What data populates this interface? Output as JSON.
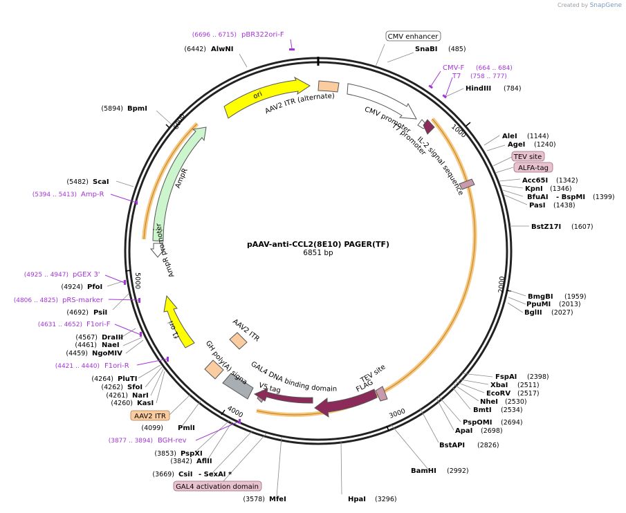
{
  "watermark": {
    "prefix": "Created by",
    "brand": "SnapGene"
  },
  "map": {
    "name": "pAAV-anti-CCL2(8E10) PAGER(TF)",
    "length_label": "6851 bp",
    "ticks": [
      "1000",
      "2000",
      "3000",
      "4000",
      "5000",
      "6000"
    ]
  },
  "enzymes": [
    {
      "name": "AlwNI",
      "pos": "(6442)"
    },
    {
      "name": "SnaBI",
      "pos": "(485)"
    },
    {
      "name": "HindIII",
      "pos": "(784)"
    },
    {
      "name": "BpmI",
      "pos": "(5894)"
    },
    {
      "name": "AleI",
      "pos": "(1144)"
    },
    {
      "name": "AgeI",
      "pos": "(1240)"
    },
    {
      "name": "Acc65I",
      "pos": "(1342)"
    },
    {
      "name": "KpnI",
      "pos": "(1346)"
    },
    {
      "name": "BfuAI",
      "pos": ""
    },
    {
      "name": "- BspMI",
      "pos": "(1399)"
    },
    {
      "name": "PasI",
      "pos": "(1438)"
    },
    {
      "name": "BstZ17I",
      "pos": "(1607)"
    },
    {
      "name": "ScaI",
      "pos": "(5482)"
    },
    {
      "name": "BmgBI",
      "pos": "(1959)"
    },
    {
      "name": "PpuMI",
      "pos": "(2013)"
    },
    {
      "name": "BglII",
      "pos": "(2027)"
    },
    {
      "name": "PfoI",
      "pos": "(4924)"
    },
    {
      "name": "PsiI",
      "pos": "(4692)"
    },
    {
      "name": "DraIII",
      "pos": "(4567)"
    },
    {
      "name": "NaeI",
      "pos": "(4461)"
    },
    {
      "name": "NgoMIV",
      "pos": "(4459)"
    },
    {
      "name": "FspAI",
      "pos": "(2398)"
    },
    {
      "name": "XbaI",
      "pos": "(2511)"
    },
    {
      "name": "EcoRV",
      "pos": "(2517)"
    },
    {
      "name": "NheI",
      "pos": "(2530)"
    },
    {
      "name": "BmtI",
      "pos": "(2534)"
    },
    {
      "name": "PspOMI",
      "pos": "(2694)"
    },
    {
      "name": "ApaI",
      "pos": "(2698)"
    },
    {
      "name": "BstAPI",
      "pos": "(2826)"
    },
    {
      "name": "PluTI",
      "pos": "(4264)"
    },
    {
      "name": "SfoI",
      "pos": "(4262)"
    },
    {
      "name": "NarI",
      "pos": "(4261)"
    },
    {
      "name": "KasI",
      "pos": "(4260)"
    },
    {
      "name": "PmlI",
      "pos": "(4099)"
    },
    {
      "name": "PspXI",
      "pos": "(3853)"
    },
    {
      "name": "AflII",
      "pos": "(3842)"
    },
    {
      "name": "CsiI",
      "pos": "(3669)"
    },
    {
      "name": "- SexAI *",
      "pos": ""
    },
    {
      "name": "BamHI",
      "pos": "(2992)"
    },
    {
      "name": "MfeI",
      "pos": "(3578)"
    },
    {
      "name": "HpaI",
      "pos": "(3296)"
    }
  ],
  "primers": [
    {
      "name": "pBR322ori-F",
      "range": "(6696 .. 6715)"
    },
    {
      "name": "CMV-F",
      "range": "(664 .. 684)"
    },
    {
      "name": "T7",
      "range": "(758 .. 777)"
    },
    {
      "name": "Amp-R",
      "range": "(5394 .. 5413)"
    },
    {
      "name": "pGEX 3'",
      "range": "(4925 .. 4947)"
    },
    {
      "name": "pRS-marker",
      "range": "(4806 .. 4825)"
    },
    {
      "name": "F1ori-F",
      "range": "(4631 .. 4652)"
    },
    {
      "name": "F1ori-R",
      "range": "(4421 .. 4440)"
    },
    {
      "name": "BGH-rev",
      "range": "(3877 .. 3894)"
    }
  ],
  "feature_boxes": [
    {
      "name": "CMV enhancer",
      "fill": "#ffffff",
      "stroke": "#555555"
    },
    {
      "name": "TEV site",
      "fill": "#e8c3cf",
      "stroke": "#9a6a78"
    },
    {
      "name": "ALFA-tag",
      "fill": "#e8c3cf",
      "stroke": "#9a6a78"
    },
    {
      "name": "AAV2 ITR",
      "fill": "#fbcca0",
      "stroke": "#b07a48"
    },
    {
      "name": "GAL4 activation domain",
      "fill": "#e8c3cf",
      "stroke": "#9a6a78"
    }
  ],
  "features": [
    {
      "name": "ori"
    },
    {
      "name": "AAV2 ITR (alternate)"
    },
    {
      "name": "CMV promoter"
    },
    {
      "name": "T7 promoter"
    },
    {
      "name": "IL-2 signal sequence"
    },
    {
      "name": "AmpR"
    },
    {
      "name": "AmpR promoter"
    },
    {
      "name": "f1 ori"
    },
    {
      "name": "AAV2 ITR"
    },
    {
      "name": "bGH poly(A) signal"
    },
    {
      "name": "GAL4 DNA binding domain"
    },
    {
      "name": "V5 tag"
    },
    {
      "name": "TEV site"
    },
    {
      "name": "FLAG"
    }
  ],
  "colors": {
    "backbone": "#222222",
    "highlight": "#f5c887",
    "highlight_line": "#c98a1a",
    "ori": "#ffff00",
    "ampr": "#cdf5cd",
    "itr": "#fbcca0",
    "cds": "#8c2a5a",
    "primer": "#a235d6",
    "tag": "#c99aac"
  }
}
